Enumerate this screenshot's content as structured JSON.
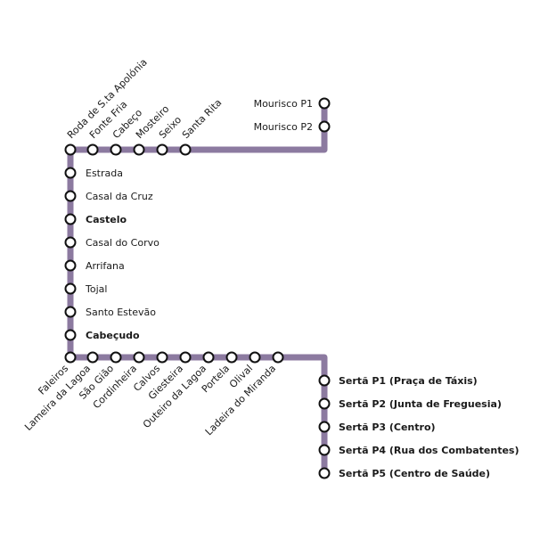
{
  "line": {
    "color": "#8c7aa0"
  },
  "stations": {
    "mourisco_p1": "Mourisco P1",
    "mourisco_p2": "Mourisco P2",
    "santa_rita": "Santa Rita",
    "seixo": "Seixo",
    "mosteiro": "Mosteiro",
    "cabeco": "Cabeço",
    "fonte_fria": "Fonte Fria",
    "roda_santa_apolonia": "Roda de S.ta Apolónia",
    "estrada": "Estrada",
    "casal_da_cruz": "Casal da Cruz",
    "castelo": "Castelo",
    "casal_do_corvo": "Casal do Corvo",
    "arrifana": "Arrifana",
    "tojal": "Tojal",
    "santo_estevao": "Santo Estevão",
    "cabecudo": "Cabeçudo",
    "faleiros": "Faleiros",
    "lameira_da_lagoa": "Lameira da Lagoa",
    "sao_giao": "São Gião",
    "cordinheira": "Cordinheira",
    "calvos": "Calvos",
    "giesteira": "Giesteira",
    "outeiro_da_lagoa": "Outeiro da Lagoa",
    "portela": "Portela",
    "olival": "Olival",
    "ladeira_do_miranda": "Ladeira do Miranda",
    "serta_p1": "Sertã P1 (Praça de Táxis)",
    "serta_p2": "Sertã P2 (Junta de Freguesia)",
    "serta_p3": "Sertã P3 (Centro)",
    "serta_p4": "Sertã P4 (Rua dos Combatentes)",
    "serta_p5": "Sertã P5 (Centro de Saúde)"
  }
}
